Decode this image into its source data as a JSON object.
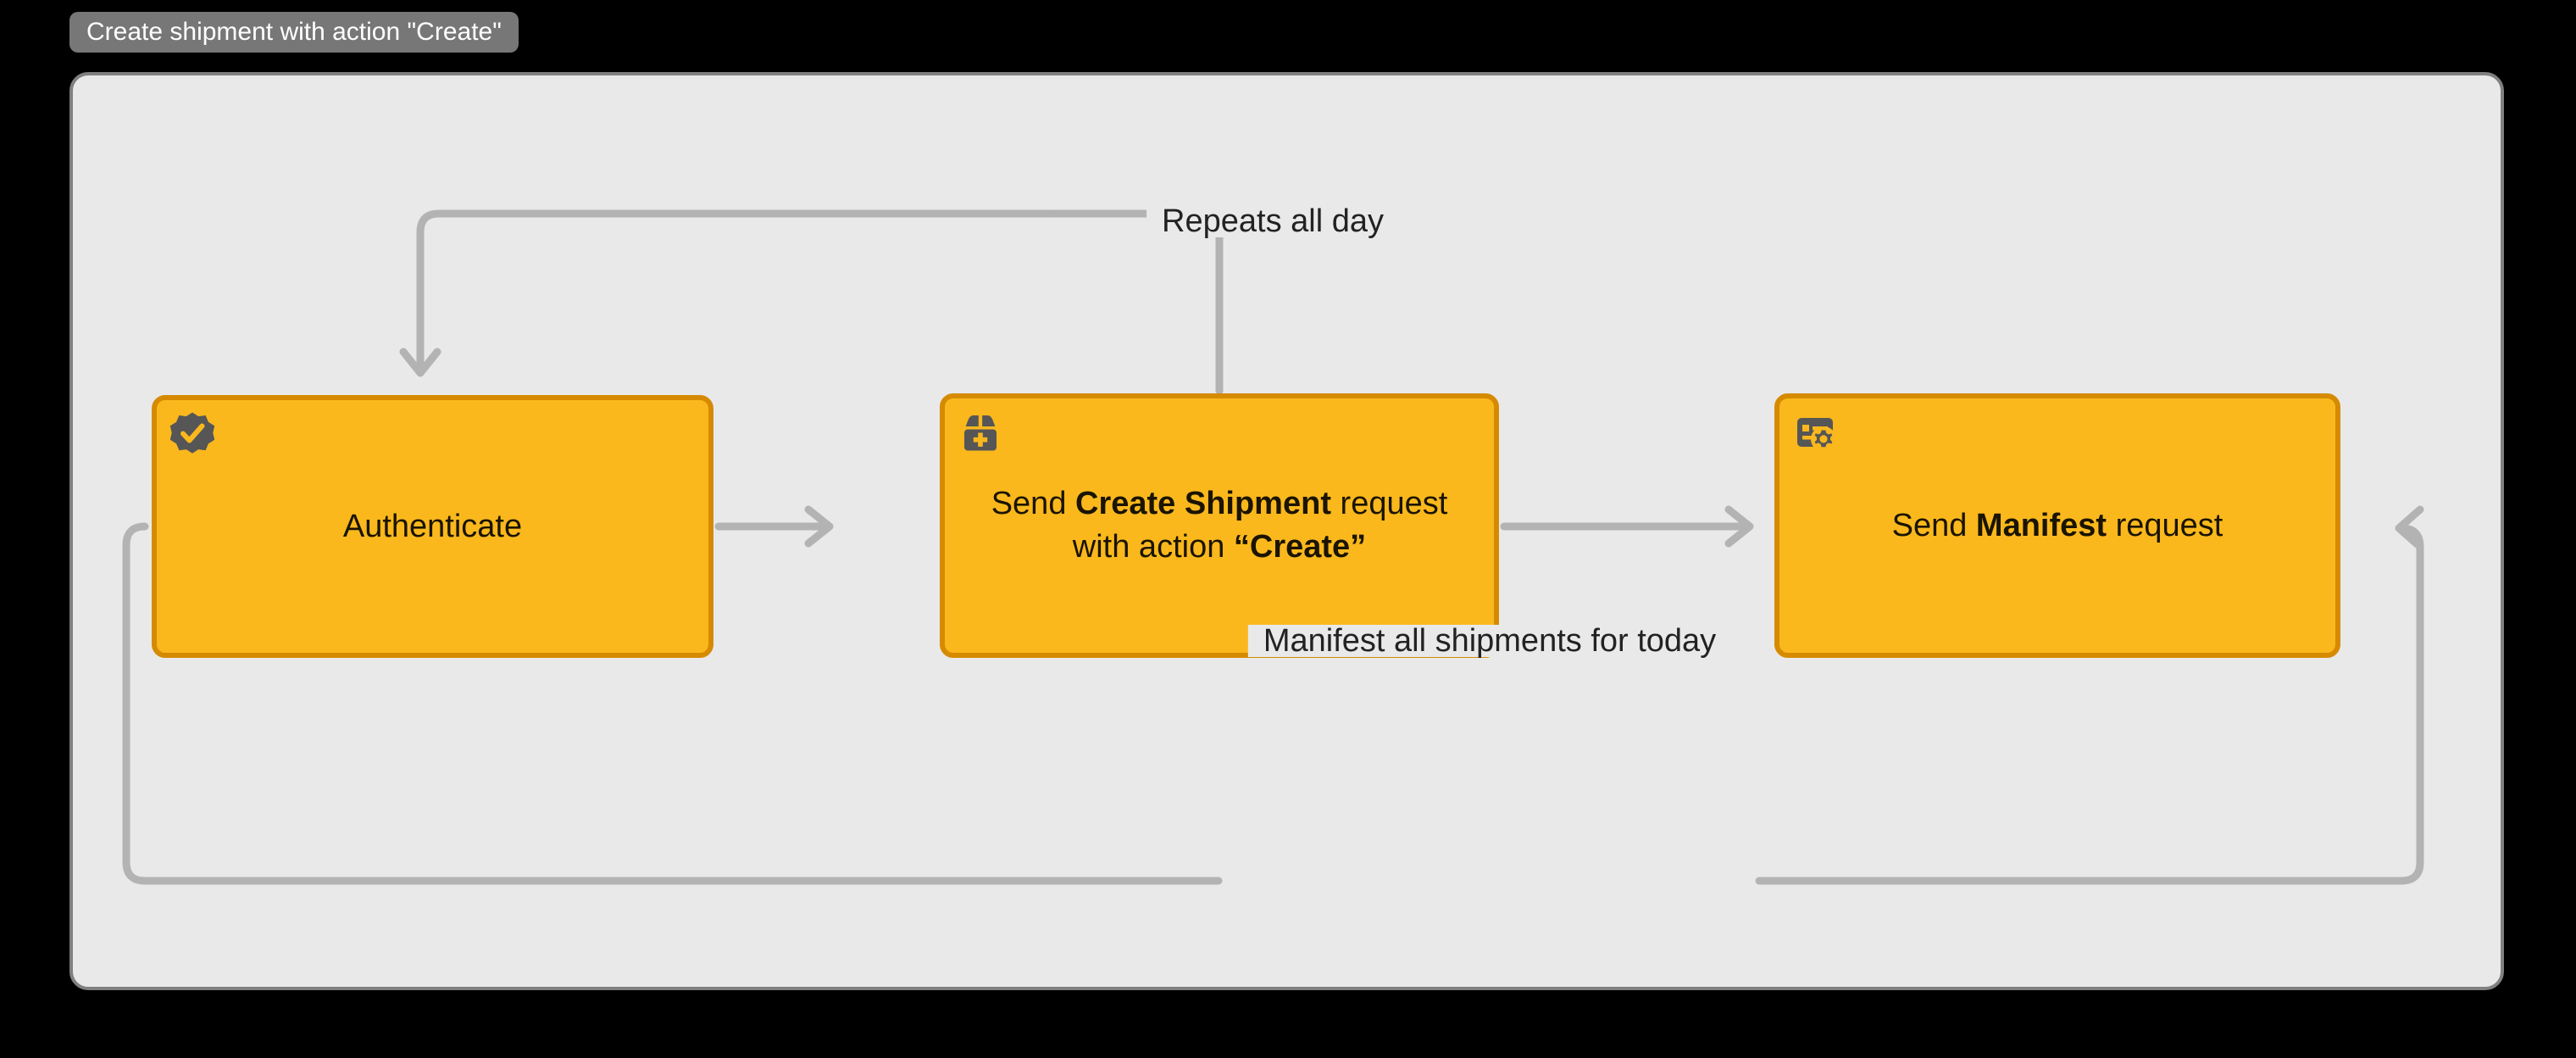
{
  "title_chip": {
    "label": "Create shipment with action \"Create\""
  },
  "colors": {
    "canvas": "#000000",
    "panel_background": "#e9e9e9",
    "panel_border": "#808080",
    "node_fill": "#fab81d",
    "node_border": "#d68a00",
    "node_text": "#1a1400",
    "icon": "#565656",
    "edge": "#b3b3b3",
    "chip_background": "#777777",
    "chip_text": "#ffffff"
  },
  "diagram": {
    "nodes": [
      {
        "id": "authenticate",
        "icon": "verified-badge-icon",
        "text_plain": "Authenticate",
        "text_html": "Authenticate"
      },
      {
        "id": "create-shipment",
        "icon": "package-plus-icon",
        "text_plain": "Send Create Shipment request with action “Create”",
        "text_html": "Send <b>Create Shipment</b> request with action <b>“Create”</b>"
      },
      {
        "id": "manifest",
        "icon": "manifest-settings-icon",
        "text_plain": "Send Manifest request",
        "text_html": "Send <b>Manifest</b> request"
      }
    ],
    "edges": [
      {
        "id": "authenticate-to-create",
        "from": "authenticate",
        "to": "create-shipment",
        "label": "",
        "arrow": "right"
      },
      {
        "id": "create-to-manifest",
        "from": "create-shipment",
        "to": "manifest",
        "label": "",
        "arrow": "right"
      },
      {
        "id": "repeats-loop",
        "from": "create-shipment",
        "to": "authenticate",
        "label": "Repeats all day",
        "arrow": "down"
      },
      {
        "id": "manifest-loop",
        "from": "authenticate",
        "to": "manifest",
        "label": "Manifest all shipments for today",
        "arrow": "left"
      }
    ]
  }
}
